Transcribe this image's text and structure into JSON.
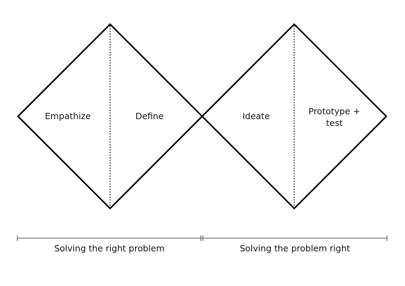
{
  "diagram": {
    "phases": [
      {
        "label_lines": [
          "Empathize"
        ]
      },
      {
        "label_lines": [
          "Define"
        ]
      },
      {
        "label_lines": [
          "Ideate"
        ]
      },
      {
        "label_lines": [
          "Prototype +",
          "test"
        ]
      }
    ],
    "spans": [
      {
        "label": "Solving the right problem"
      },
      {
        "label": "Solving the problem right"
      }
    ]
  },
  "colors": {
    "stroke": "#000000",
    "text": "#111111",
    "background": "#ffffff"
  }
}
